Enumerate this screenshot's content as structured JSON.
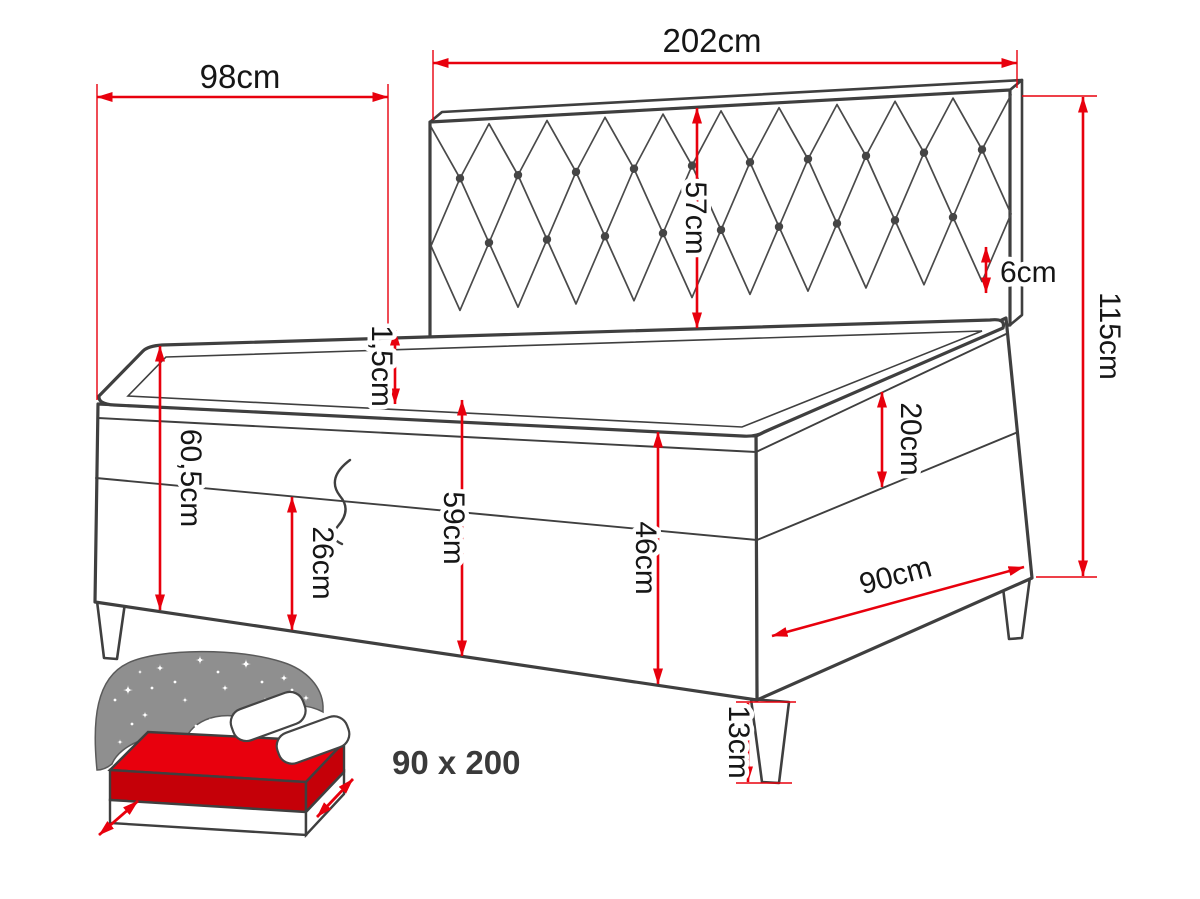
{
  "diagram": {
    "kind": "furniture-dimension-diagram",
    "labels": {
      "headboard_width": "202cm",
      "side_depth": "98cm",
      "headboard_height": "57cm",
      "headboard_edge": "6cm",
      "total_height": "115cm",
      "topper_thickness": "1,5cm",
      "mattress_height": "20cm",
      "rear_side_height": "60,5cm",
      "storage_front_height": "26cm",
      "side_front_height": "59cm",
      "front_height": "46cm",
      "base_depth": "90cm",
      "leg_height": "13cm"
    },
    "thumbnail": {
      "size_label": "90 x 200"
    },
    "colors": {
      "dimension_red": "#e8000d",
      "outline_gray": "#3f3f3f",
      "mattress_red": "#e8000d"
    }
  }
}
